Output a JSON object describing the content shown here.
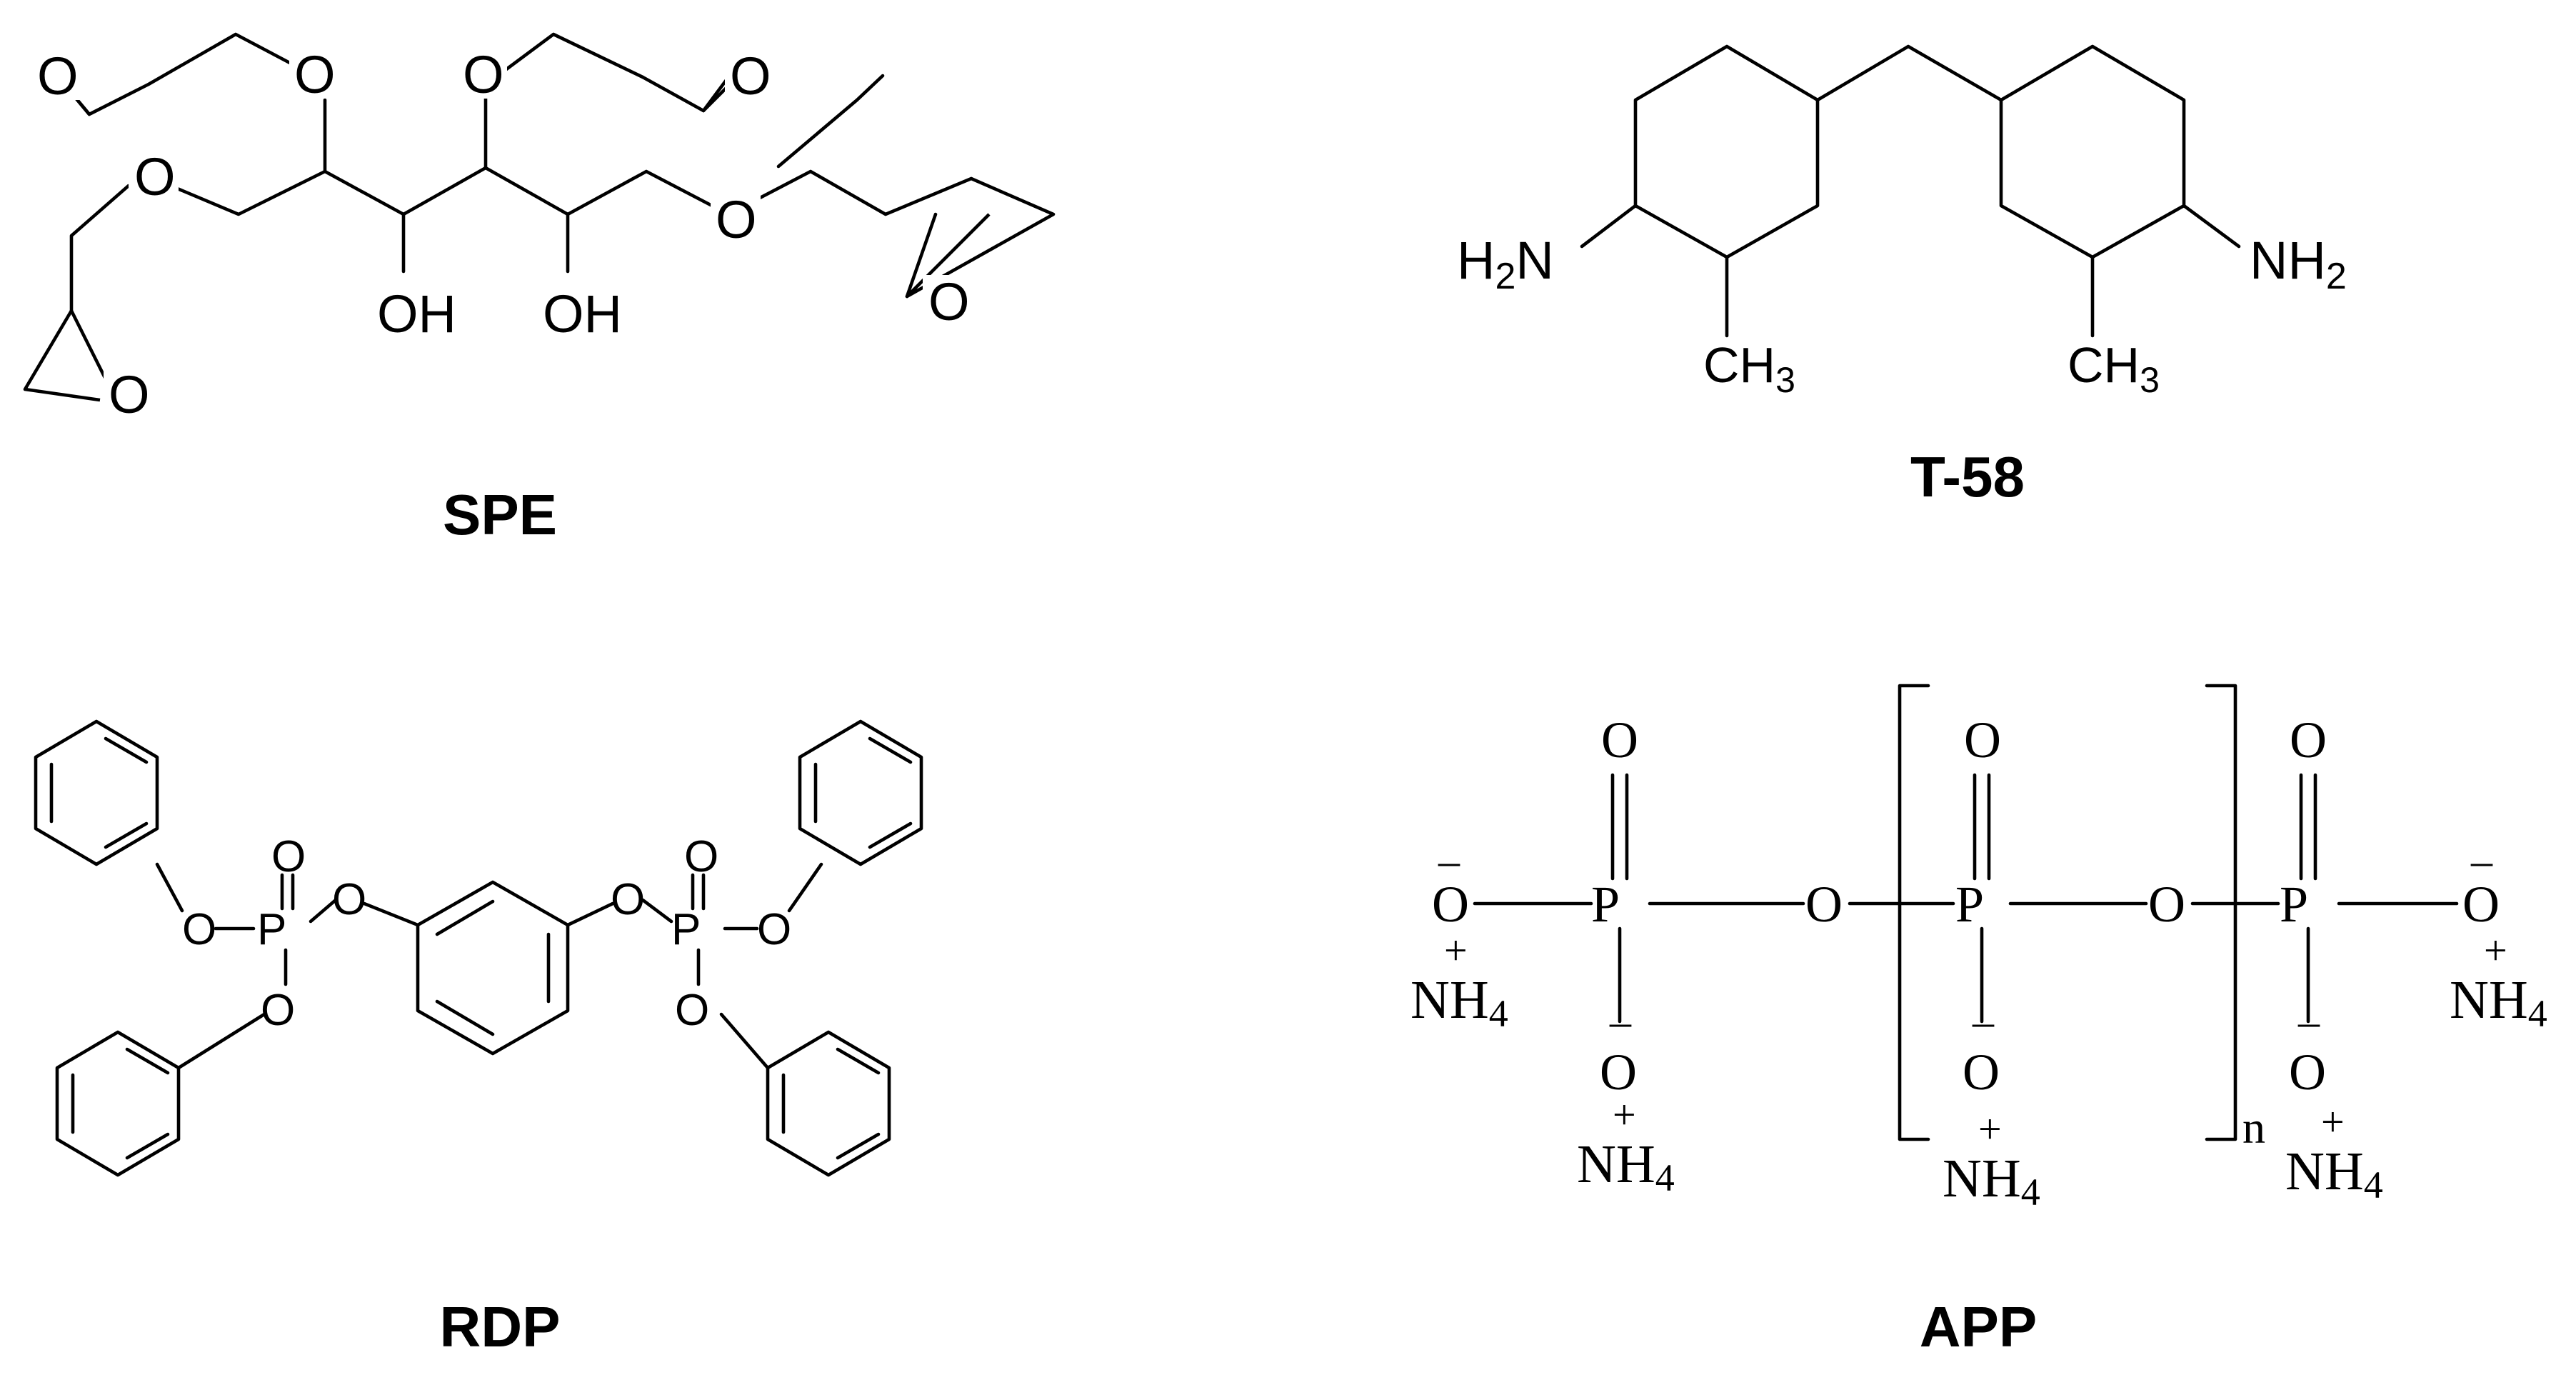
{
  "diagram": {
    "structures": [
      {
        "name": "SPE",
        "atoms": {
          "oxygen": "O",
          "hydroxyl": "OH"
        }
      },
      {
        "name": "T-58",
        "atoms": {
          "amine_left": "H",
          "amine_left_n": "N",
          "amine_right": "NH",
          "h_subscript": "2",
          "methyl": "CH",
          "methyl_subscript": "3"
        }
      },
      {
        "name": "RDP",
        "atoms": {
          "oxygen": "O",
          "phosphorus": "P"
        }
      },
      {
        "name": "APP",
        "atoms": {
          "oxygen": "O",
          "phosphorus": "P",
          "minus": "–",
          "plus": "+",
          "ammonium": "NH",
          "ammonium_subscript": "4",
          "repeat": "n"
        }
      }
    ]
  }
}
